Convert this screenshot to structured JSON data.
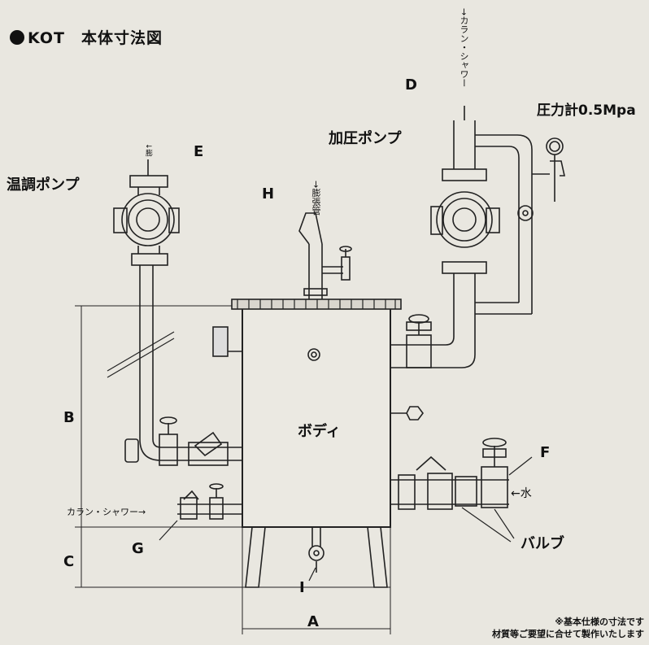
{
  "title": "KOT　本体寸法図",
  "labels": {
    "body": "ボディ",
    "temp_pump": "温調ポンプ",
    "pressure_pump": "加圧ポンプ",
    "pressure_gauge": "圧力計0.5Mpa",
    "valve": "バルブ",
    "D": "D",
    "E": "E",
    "F": "F",
    "G": "G",
    "H": "H",
    "I": "I",
    "dim_A": "A",
    "dim_B": "B",
    "dim_C": "C",
    "outlet_top": "→カラン・シャワー",
    "outlet_left": "カラン・シャワー→",
    "water_in": "←水",
    "expansion_pipe": "→膨張管",
    "e_pipe": "↓膨"
  },
  "note": {
    "line1": "※基本仕様の寸法です",
    "line2": "材質等ご要望に合せて製作いたします"
  }
}
